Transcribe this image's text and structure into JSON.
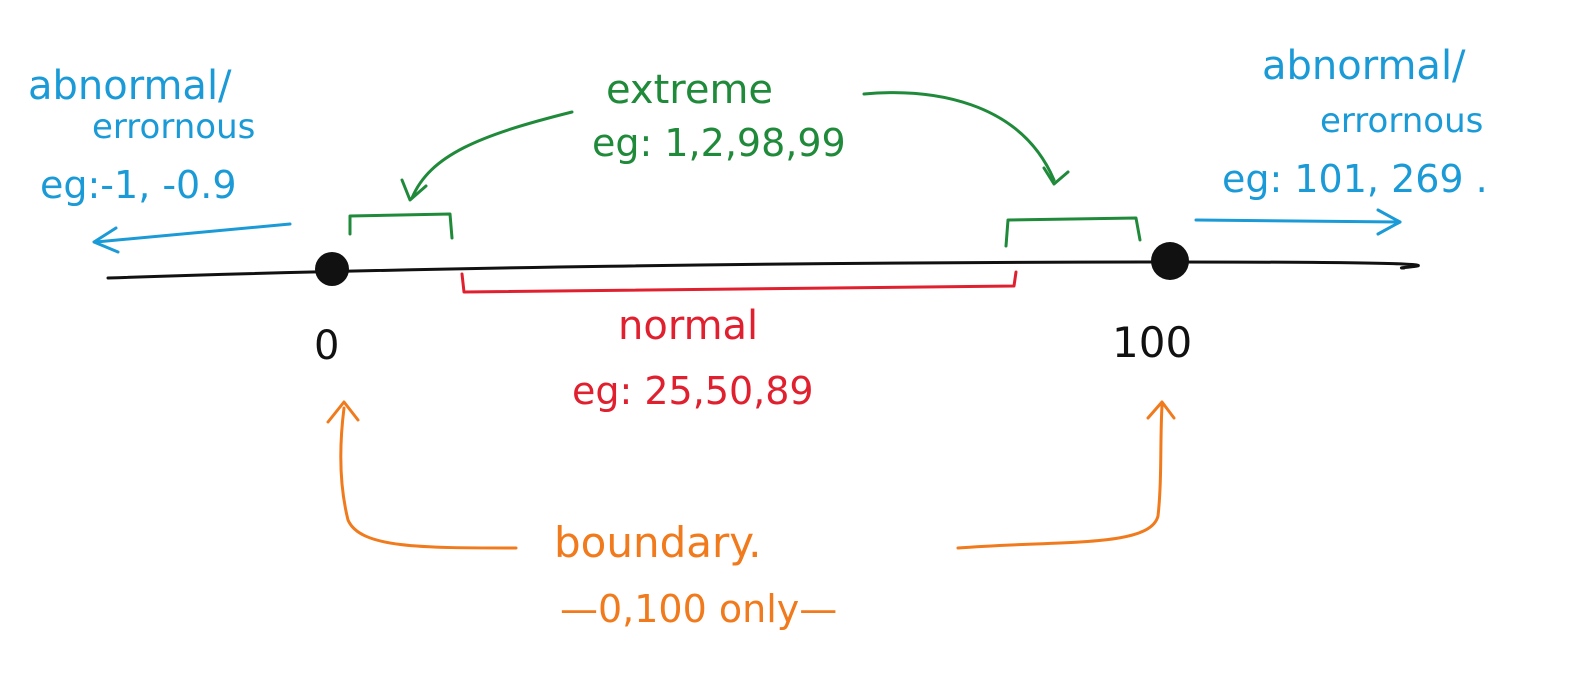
{
  "colors": {
    "abnormal": "#1a9ad6",
    "extreme": "#1f8a3a",
    "normal": "#e0202e",
    "boundary": "#f07a1c",
    "line": "#111111"
  },
  "left_abnormal": {
    "title_line1": "abnormal/",
    "title_line2": "errornous",
    "examples": "eg:-1, -0.9"
  },
  "right_abnormal": {
    "title_line1": "abnormal/",
    "title_line2": "errornous",
    "examples": "eg: 101, 269 ."
  },
  "extreme": {
    "title": "extreme",
    "examples": "eg: 1,2,98,99"
  },
  "normal": {
    "title": "normal",
    "examples": "eg: 25,50,89"
  },
  "boundary": {
    "title": "boundary.",
    "examples": "—0,100 only—"
  },
  "axis": {
    "min_label": "0",
    "max_label": "100"
  }
}
